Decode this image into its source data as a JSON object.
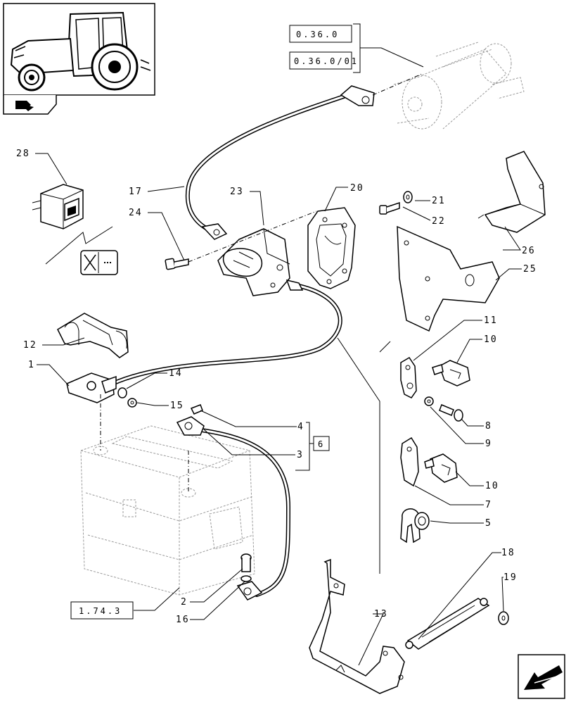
{
  "references": {
    "starter_ref_1": "0.36.0",
    "starter_ref_2": "0.36.0/01",
    "battery_ref": "1.74.3",
    "group_ref": "6"
  },
  "callouts": {
    "c1": "1",
    "c2": "2",
    "c3": "3",
    "c4": "4",
    "c5": "5",
    "c7": "7",
    "c8": "8",
    "c9": "9",
    "c10a": "10",
    "c10b": "10",
    "c11": "11",
    "c12": "12",
    "c13": "13",
    "c14": "14",
    "c15": "15",
    "c16": "16",
    "c17": "17",
    "c18": "18",
    "c19": "19",
    "c20": "20",
    "c21": "21",
    "c22": "22",
    "c23": "23",
    "c24": "24",
    "c25": "25",
    "c26": "26",
    "c28": "28"
  },
  "icons": {
    "tractor_thumbnail": "tractor-thumbnail-icon",
    "nav_next": "arrow-next-icon",
    "nav_prev": "arrow-back-icon"
  }
}
